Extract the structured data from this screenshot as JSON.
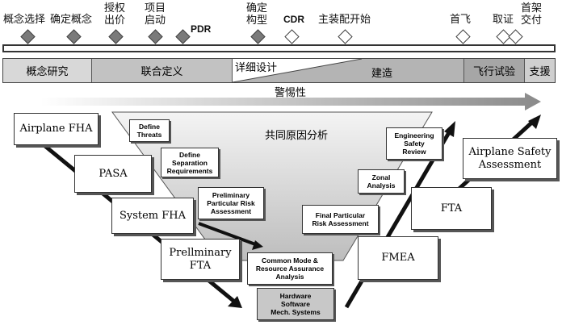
{
  "milestones": [
    {
      "label": "概念选择"
    },
    {
      "label": "确定概念"
    },
    {
      "label": "授权\n出价"
    },
    {
      "label": "项目\n启动"
    },
    {
      "label": "PDR"
    },
    {
      "label": "确定\n构型"
    },
    {
      "label": "CDR"
    },
    {
      "label": "主装配开始"
    },
    {
      "label": "首飞"
    },
    {
      "label": "取证"
    },
    {
      "label": "首架\n交付"
    }
  ],
  "phases": [
    {
      "label": "概念研究"
    },
    {
      "label": "联合定义"
    },
    {
      "label": "详细设计"
    },
    {
      "label": "建造"
    },
    {
      "label": "飞行试验"
    },
    {
      "label": "支援"
    }
  ],
  "vigilance_label": "警惕性",
  "cca_label": "共同原因分析",
  "left_boxes": [
    {
      "label": "Airplane FHA"
    },
    {
      "label": "PASA"
    },
    {
      "label": "System FHA"
    },
    {
      "label": "Prellminary\nFTA"
    }
  ],
  "left_small_boxes": [
    {
      "label": "Define\nThreats"
    },
    {
      "label": "Define\nSeparation\nRequirements"
    },
    {
      "label": "Preliminary\nParticular Risk\nAssessment"
    }
  ],
  "right_boxes": [
    {
      "label": "Airplane Safety\nAssessment"
    },
    {
      "label": "FTA"
    },
    {
      "label": "FMEA"
    }
  ],
  "right_small_boxes": [
    {
      "label": "Engineering\nSafety\nReview"
    },
    {
      "label": "Zonal\nAnalysis"
    },
    {
      "label": "Final Particular\nRisk Assessment"
    }
  ],
  "center_box": {
    "label": "Common Mode &\nResource Assurance\nAnalysis"
  },
  "bottom_box": {
    "label": "Hardware\nSoftware\nMech. Systems"
  }
}
